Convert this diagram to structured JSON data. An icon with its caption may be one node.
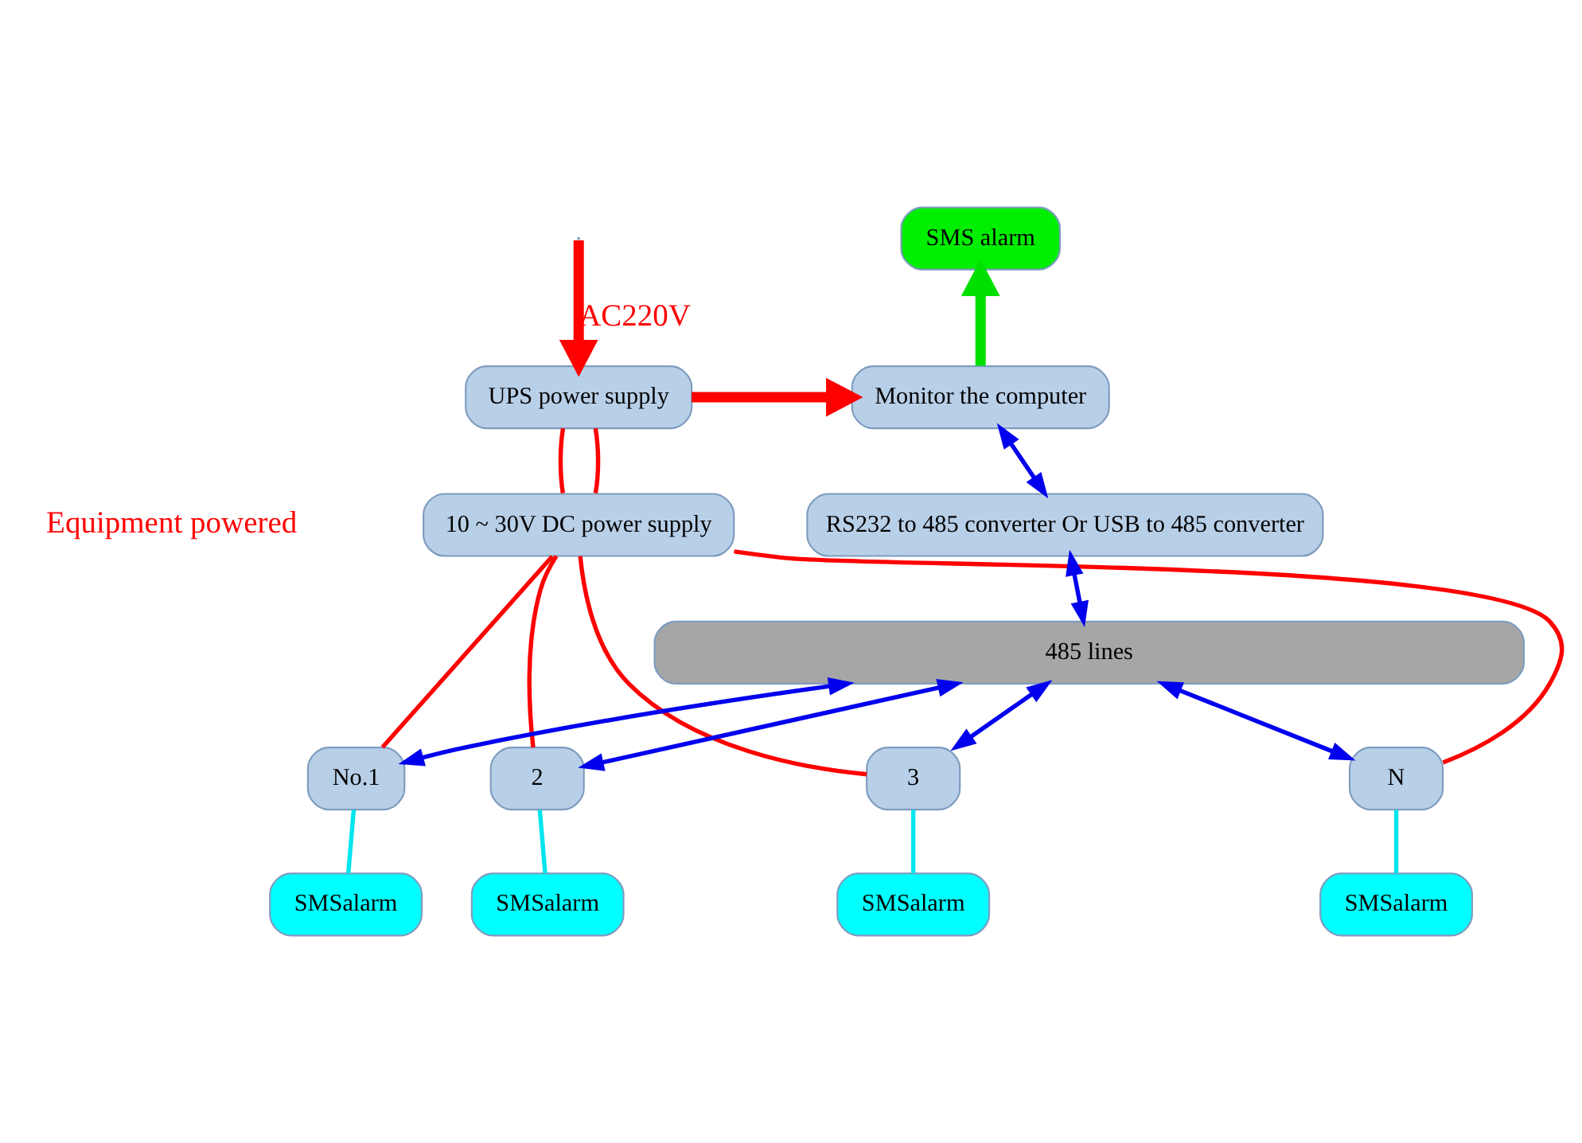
{
  "diagram": {
    "nodes": [
      {
        "text": [
          "UPS power supply"
        ]
      },
      {
        "text": [
          "SMS alarm"
        ]
      },
      {
        "text": [
          "Monitor the computer"
        ]
      },
      {
        "text": [
          "10 ~ 30V DC power supply"
        ]
      },
      {
        "text": [
          "RS232 to 485 converter Or USB to 485 converter"
        ]
      },
      {
        "text": [
          "485 lines"
        ]
      },
      {
        "text": [
          "No.1"
        ]
      },
      {
        "text": [
          "2"
        ]
      },
      {
        "text": [
          "3"
        ]
      },
      {
        "text": [
          "N"
        ]
      },
      {
        "text": [
          "SMSalarm"
        ]
      },
      {
        "text": [
          "SMSalarm"
        ]
      },
      {
        "text": [
          "SMSalarm"
        ]
      },
      {
        "text": [
          "SMSalarm"
        ]
      }
    ],
    "edges": [
      {
        "from": null,
        "to": 0,
        "arrow": "to",
        "label": "AC220V",
        "style": "thick",
        "color": "#ff0000"
      },
      {
        "from": 0,
        "to": 2,
        "arrow": "to",
        "style": "thick",
        "color": "#ff0000"
      },
      {
        "from": 2,
        "to": 1,
        "arrow": "to",
        "style": "thick",
        "color": "#00e000"
      },
      {
        "from": 0,
        "to": 3,
        "arrow": "none",
        "color": "#ff0000"
      },
      {
        "from": 0,
        "to": 3,
        "arrow": "none",
        "color": "#ff0000"
      },
      {
        "from": 2,
        "to": 4,
        "arrow": "both",
        "color": "#0000ee"
      },
      {
        "from": 4,
        "to": 5,
        "arrow": "both",
        "color": "#0000ee"
      },
      {
        "from": 5,
        "to": 6,
        "arrow": "both",
        "color": "#0000ee"
      },
      {
        "from": 5,
        "to": 7,
        "arrow": "both",
        "color": "#0000ee"
      },
      {
        "from": 5,
        "to": 8,
        "arrow": "both",
        "color": "#0000ee"
      },
      {
        "from": 5,
        "to": 9,
        "arrow": "both",
        "color": "#0000ee"
      },
      {
        "from": 6,
        "to": 10,
        "arrow": "none",
        "color": "#00e5ee"
      },
      {
        "from": 7,
        "to": 11,
        "arrow": "none",
        "color": "#00e5ee"
      },
      {
        "from": 8,
        "to": 12,
        "arrow": "none",
        "color": "#00e5ee"
      },
      {
        "from": 9,
        "to": 13,
        "arrow": "none",
        "color": "#00e5ee"
      },
      {
        "from": 3,
        "to": 6,
        "arrow": "none",
        "color": "#ff0000"
      },
      {
        "from": 3,
        "to": 7,
        "arrow": "none",
        "color": "#ff0000"
      },
      {
        "from": 3,
        "to": 8,
        "arrow": "none",
        "color": "#ff0000"
      },
      {
        "from": 3,
        "to": 9,
        "arrow": "none",
        "color": "#ff0000"
      }
    ],
    "labels": [
      "Equipment powered"
    ]
  }
}
